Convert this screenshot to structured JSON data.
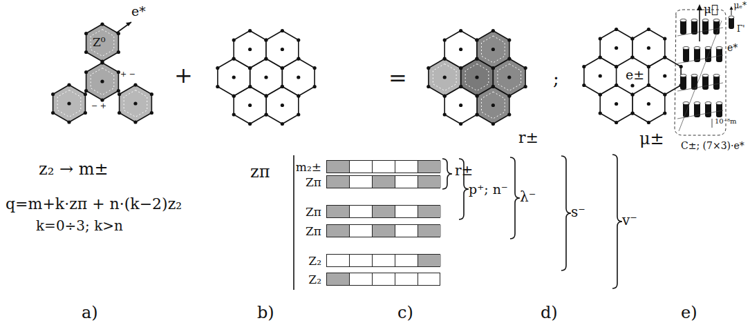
{
  "diagram": {
    "nodes": [
      {
        "text": [
          "m₂±"
        ]
      },
      {
        "text": [
          "Zπ"
        ]
      },
      {
        "text": [
          "Zπ"
        ]
      },
      {
        "text": [
          "Zπ"
        ]
      },
      {
        "text": [
          "Z₂"
        ]
      },
      {
        "text": [
          "Z₂"
        ]
      }
    ],
    "labels": [
      "e*",
      "Z⁰",
      "+ −",
      "− +",
      "+",
      "=",
      "r±",
      ";",
      "e±",
      "μ±",
      "μ⃗",
      "μₑ*",
      "Γ'",
      "e*",
      "10⁻⁸m",
      "C±; (7×3)·e*",
      "z₂ → m±",
      "zπ",
      "q=m+k·zπ + n·(k−2)z₂",
      "k=0÷3; k>n",
      "r±",
      "p⁺; n⁻",
      "λ⁻",
      "s⁻",
      "v⁻",
      "a)",
      "b)",
      "c)",
      "d)",
      "e)"
    ]
  }
}
